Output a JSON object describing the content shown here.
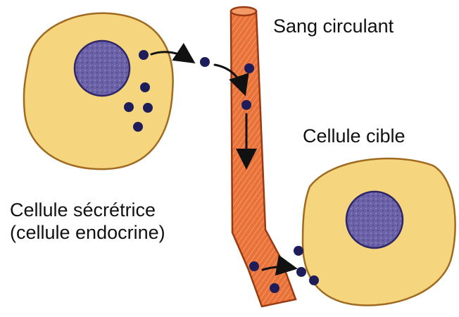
{
  "labels": {
    "blood": "Sang circulant",
    "target": "Cellule cible",
    "secretory_line1": "Cellule sécrétrice",
    "secretory_line2": "(cellule endocrine)"
  },
  "colors": {
    "cell_fill": "#f6d57f",
    "cell_stroke": "#a06a20",
    "nucleus_fill": "#6b62a8",
    "nucleus_stroke": "#2e2668",
    "vessel_fill": "#e9723a",
    "vessel_stripe": "#f39a66",
    "vessel_stroke": "#9a3a12",
    "molecule": "#1e1d5c",
    "arrow": "#111111"
  }
}
